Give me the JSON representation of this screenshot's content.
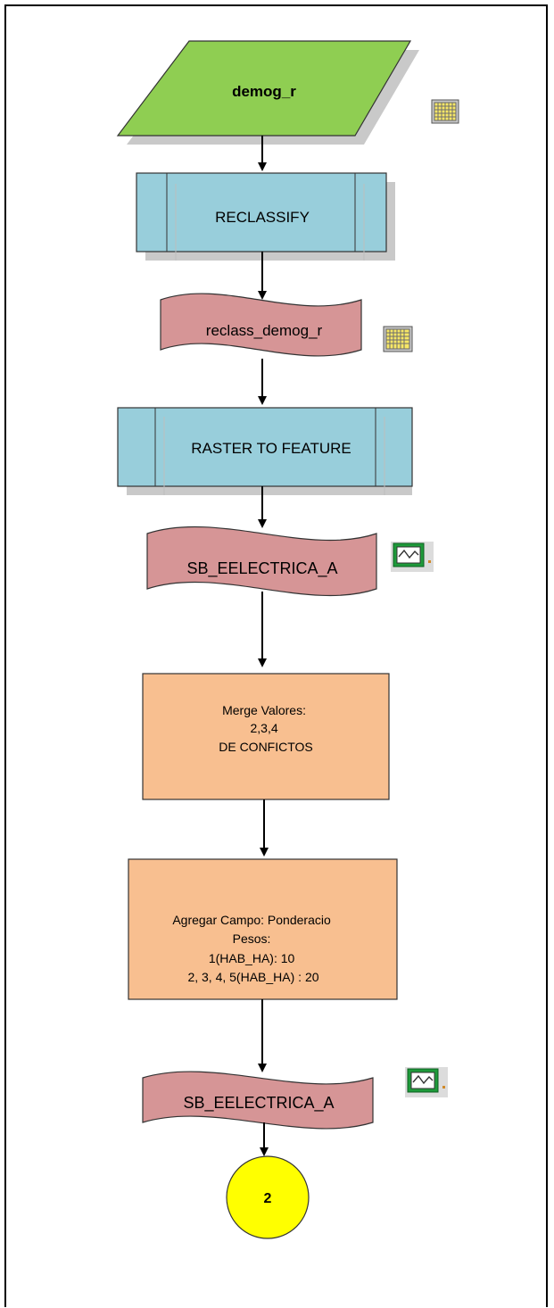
{
  "diagram": {
    "colors": {
      "input": "#8fce52",
      "process": "#98cedb",
      "data": "#d69596",
      "step": "#f8bf90",
      "connector": "#ffff00",
      "shadow": "#c9c9c9"
    },
    "input_layer": {
      "label": "demog_r",
      "icon": "raster-grid-icon"
    },
    "tool_reclassify": {
      "label": "RECLASSIFY"
    },
    "output_reclass": {
      "label": "reclass_demog_r",
      "icon": "raster-grid-icon"
    },
    "tool_raster_to_feature": {
      "label": "RASTER TO FEATURE"
    },
    "output_feature_1": {
      "label": "SB_EELECTRICA_A",
      "icon": "polygon-feature-icon"
    },
    "step_merge": {
      "lines": [
        "Merge Valores:",
        "2,3,4",
        "DE CONFICTOS"
      ]
    },
    "step_field": {
      "lines": [
        "Agregar Campo: Ponderacio",
        "Pesos:",
        "1(HAB_HA): 10",
        "2, 3, 4, 5(HAB_HA) :  20"
      ]
    },
    "output_feature_2": {
      "label": "SB_EELECTRICA_A",
      "icon": "polygon-feature-icon"
    },
    "connector": {
      "label": "2"
    }
  }
}
